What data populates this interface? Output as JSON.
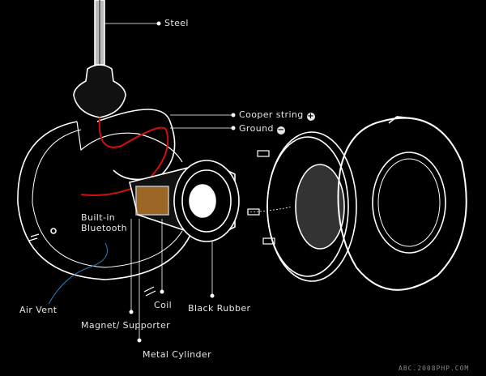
{
  "labels": {
    "steel": "Steel",
    "cooper_string": "Cooper string",
    "cooper_sign": "+",
    "ground": "Ground",
    "ground_sign": "−",
    "bluetooth_line1": "Built-in",
    "bluetooth_line2": "Bluetooth",
    "air_vent": "Air Vent",
    "coil": "Coil",
    "black_rubber": "Black Rubber",
    "magnet_supporter": "Magnet/ Supporter",
    "metal_cylinder": "Metal Cylinder"
  },
  "watermark": "ABC.2008PHP.COM",
  "colors": {
    "background": "#000000",
    "line": "#ffffff",
    "wire_red": "#d01010",
    "vent_blue": "#2a7fc0",
    "magnet_orange": "#d88a30"
  }
}
